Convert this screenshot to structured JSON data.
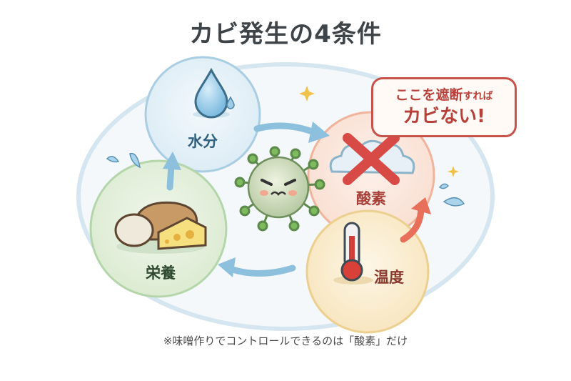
{
  "title": "カビ発生の4条件",
  "conditions": [
    {
      "id": "moisture",
      "label": "水分",
      "icon": "water-drop-icon",
      "color": "#7fb5d6",
      "text_color": "#2e5f7e"
    },
    {
      "id": "oxygen",
      "label": "酸素",
      "icon": "cloud-icon",
      "color": "#f0a88c",
      "text_color": "#a8403a",
      "blocked": true
    },
    {
      "id": "temperature",
      "label": "温度",
      "icon": "thermometer-icon",
      "color": "#e9c98a",
      "text_color": "#8a3a2e"
    },
    {
      "id": "nutrition",
      "label": "栄養",
      "icon": "bread-cheese-icon",
      "color": "#a8cfa0",
      "text_color": "#2f4a30"
    }
  ],
  "center": {
    "icon": "mold-spore-icon",
    "expression": "angry"
  },
  "callout": {
    "line1_main": "ここを遮断",
    "line1_small": "すれば",
    "line2": "カビない!"
  },
  "blocked_mark": {
    "icon": "x-mark-icon",
    "color": "#d84a45"
  },
  "footnote": "※味噌作りでコントロールできるのは「酸素」だけ",
  "colors": {
    "title": "#3f4448",
    "callout_border": "#c6524a",
    "callout_text": "#b8403a",
    "cycle_arrow": "#8cc0dc",
    "highlight_arrow": "#e8705a"
  }
}
